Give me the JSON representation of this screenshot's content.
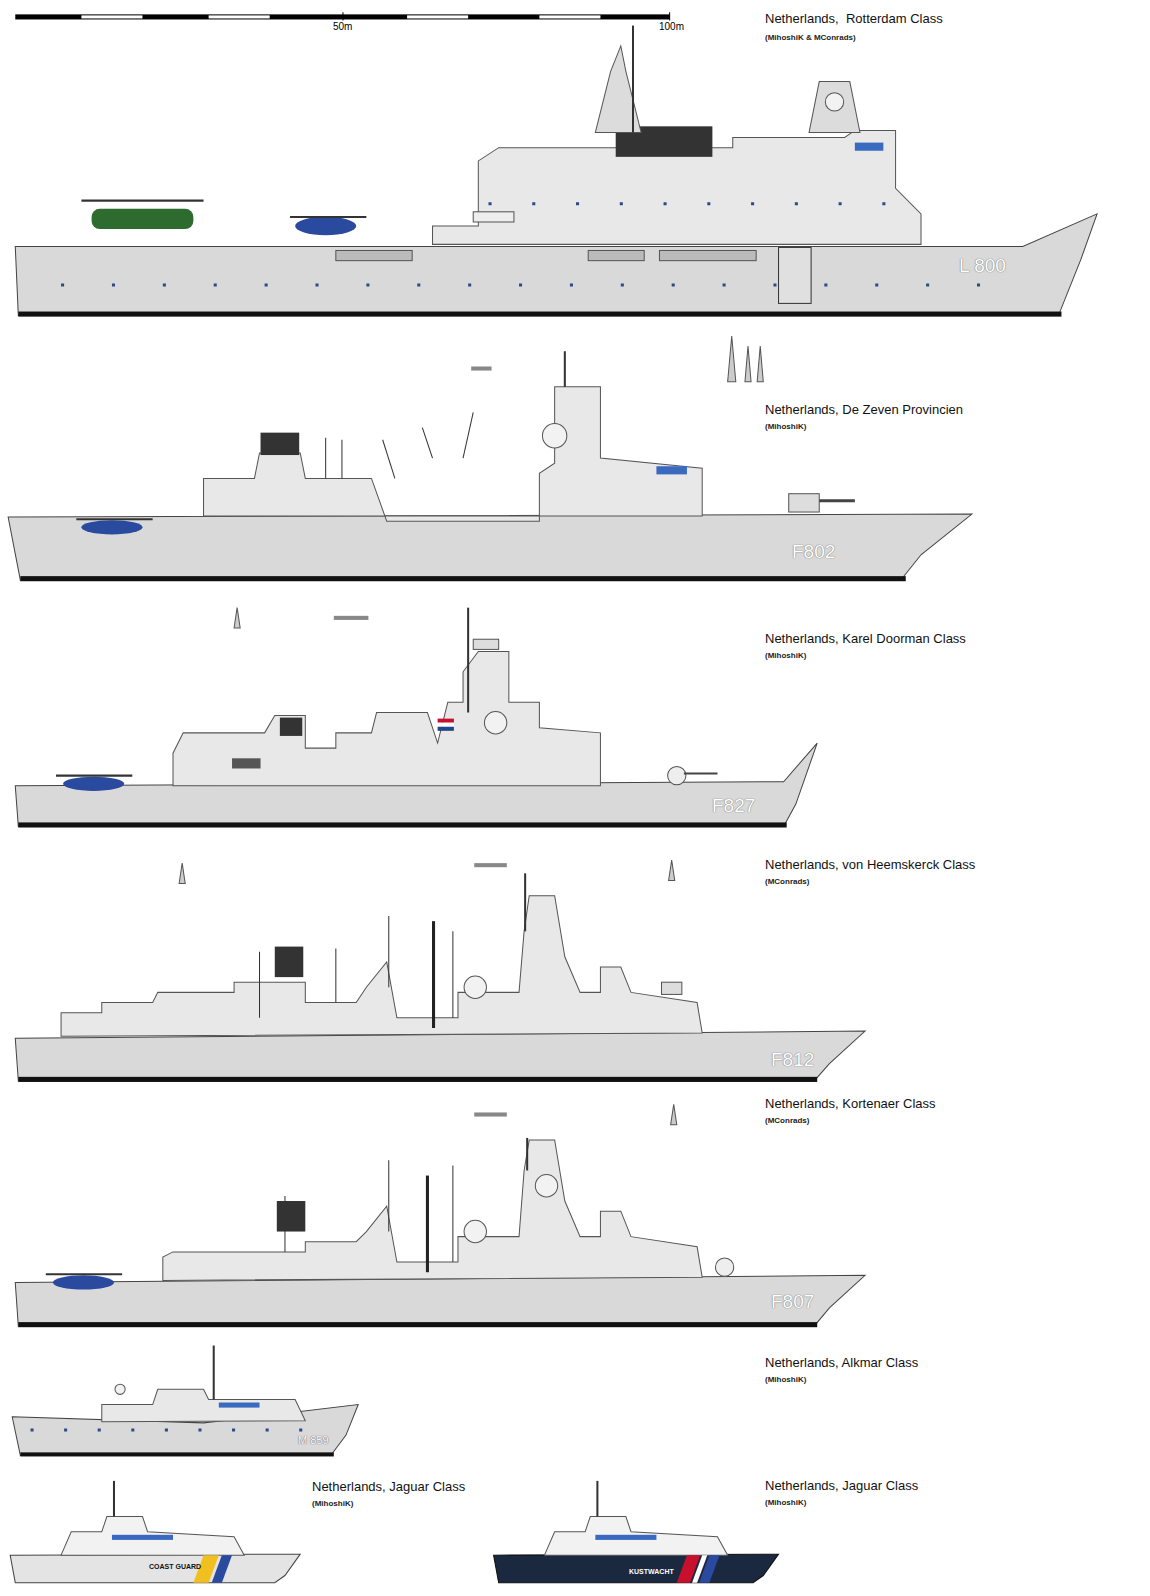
{
  "diagram": {
    "labels": [
      "50m",
      "100m",
      "Netherlands,  Rotterdam Class",
      "(MihoshiK & MConrads)",
      "L 800",
      "Netherlands, De Zeven Provincien",
      "(MihoshiK)",
      "F802",
      "Netherlands, Karel Doorman Class",
      "(MihoshiK)",
      "F827",
      "Netherlands, von Heemskerck Class",
      "(MConrads)",
      "F812",
      "Netherlands, Kortenaer Class",
      "(MConrads)",
      "F807",
      "Netherlands, Alkmar Class",
      "(MihoshiK)",
      "M 859",
      "Netherlands, Jaguar Class",
      "(MihoshiK)",
      "COAST GUARD",
      "Netherlands, Jaguar Class",
      "(MihoshiK)",
      "KUSTWACHT"
    ]
  }
}
